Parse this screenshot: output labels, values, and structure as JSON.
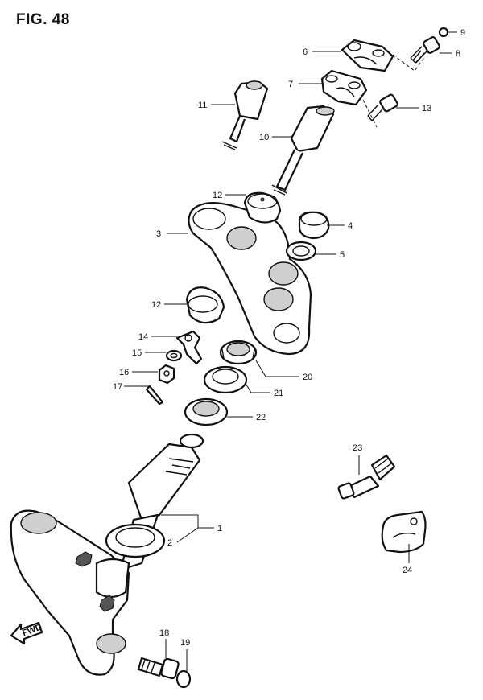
{
  "figure": {
    "title": "FIG. 48"
  },
  "callouts": [
    {
      "id": "c1",
      "label": "1"
    },
    {
      "id": "c2",
      "label": "2"
    },
    {
      "id": "c3",
      "label": "3"
    },
    {
      "id": "c4",
      "label": "4"
    },
    {
      "id": "c5",
      "label": "5"
    },
    {
      "id": "c6",
      "label": "6"
    },
    {
      "id": "c7",
      "label": "7"
    },
    {
      "id": "c8",
      "label": "8"
    },
    {
      "id": "c9",
      "label": "9"
    },
    {
      "id": "c10",
      "label": "10"
    },
    {
      "id": "c11",
      "label": "11"
    },
    {
      "id": "c12a",
      "label": "12"
    },
    {
      "id": "c12b",
      "label": "12"
    },
    {
      "id": "c13",
      "label": "13"
    },
    {
      "id": "c14",
      "label": "14"
    },
    {
      "id": "c15",
      "label": "15"
    },
    {
      "id": "c16",
      "label": "16"
    },
    {
      "id": "c17",
      "label": "17"
    },
    {
      "id": "c18",
      "label": "18"
    },
    {
      "id": "c19",
      "label": "19"
    },
    {
      "id": "c20",
      "label": "20"
    },
    {
      "id": "c21",
      "label": "21"
    },
    {
      "id": "c22",
      "label": "22"
    },
    {
      "id": "c23",
      "label": "23"
    },
    {
      "id": "c24",
      "label": "24"
    }
  ],
  "direction_marker": {
    "label": "FWD"
  }
}
